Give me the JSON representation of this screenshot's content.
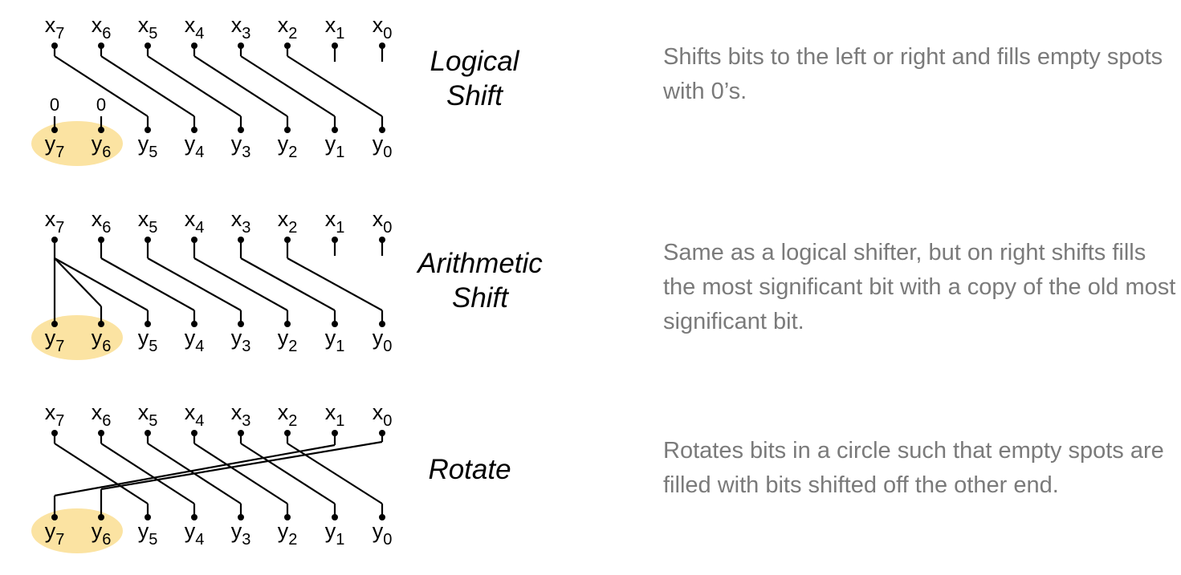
{
  "sections": [
    {
      "id": "logical",
      "title_lines": [
        "Logical",
        "Shift"
      ],
      "description": "Shifts bits to the left or right and fills empty spots with 0’s.",
      "inputs": [
        "7",
        "6",
        "5",
        "4",
        "3",
        "2",
        "1",
        "0"
      ],
      "outputs": [
        "7",
        "6",
        "5",
        "4",
        "3",
        "2",
        "1",
        "0"
      ],
      "fill_labels": [
        "0",
        "0"
      ],
      "highlight_color": "#fbe3a2"
    },
    {
      "id": "arithmetic",
      "title_lines": [
        "Arithmetic",
        "Shift"
      ],
      "description": "Same as a logical shifter, but on right shifts fills the most significant bit with a copy of the old most significant bit.",
      "inputs": [
        "7",
        "6",
        "5",
        "4",
        "3",
        "2",
        "1",
        "0"
      ],
      "outputs": [
        "7",
        "6",
        "5",
        "4",
        "3",
        "2",
        "1",
        "0"
      ],
      "highlight_color": "#fbe3a2"
    },
    {
      "id": "rotate",
      "title_lines": [
        "Rotate"
      ],
      "description": "Rotates bits in a circle such that empty spots are filled with bits shifted off the other end.",
      "inputs": [
        "7",
        "6",
        "5",
        "4",
        "3",
        "2",
        "1",
        "0"
      ],
      "outputs": [
        "7",
        "6",
        "5",
        "4",
        "3",
        "2",
        "1",
        "0"
      ],
      "highlight_color": "#fbe3a2"
    }
  ],
  "symbols": {
    "input": "x",
    "output": "y"
  }
}
